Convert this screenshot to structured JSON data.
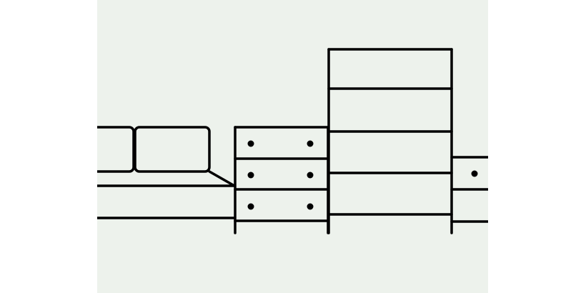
{
  "illustration": {
    "background_color": "#edf2ec",
    "stroke_color": "#000000",
    "objects": [
      {
        "kind": "sofa",
        "icon": "sofa-icon",
        "visible_seat_cushions": 2
      },
      {
        "kind": "chest-of-drawers",
        "icon": "dresser-icon",
        "drawers": 3,
        "knobs_per_drawer": 2
      },
      {
        "kind": "bookshelf",
        "icon": "bookshelf-icon",
        "shelves": 5
      },
      {
        "kind": "cabinet",
        "icon": "cabinet-icon",
        "drawers_visible": 2
      }
    ]
  }
}
